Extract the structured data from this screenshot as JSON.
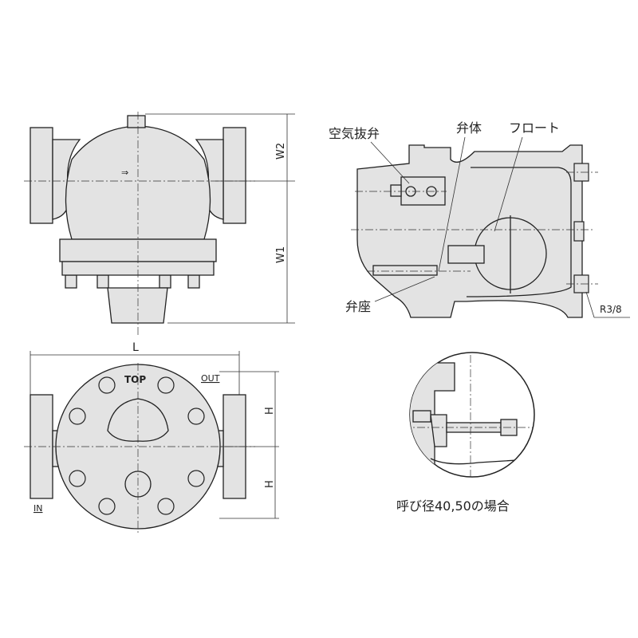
{
  "dimensions": {
    "w2": "W2",
    "w1": "W1",
    "l": "L",
    "h_upper": "H",
    "h_lower": "H",
    "r": "R3/8"
  },
  "front_view": {
    "top_mark": "TOP",
    "outlet": "OUT",
    "inlet": "IN"
  },
  "section_labels": {
    "air_vent": "空気抜弁",
    "valve_body": "弁体",
    "float": "フロート",
    "valve_seat": "弁座"
  },
  "detail_caption": "呼び径40,50の場合"
}
